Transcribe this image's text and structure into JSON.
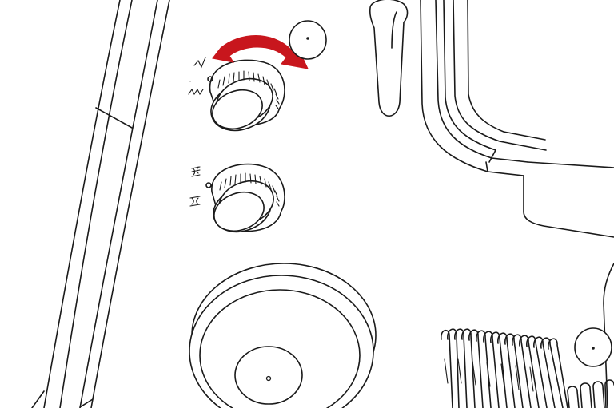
{
  "colors": {
    "line": "#1a1a1a",
    "background": "#ffffff",
    "arrow": "#c8161d"
  },
  "icons": {
    "stitch_width": "zigzag-width-icon",
    "stitch_length": "stitch-length-icon",
    "rotate": "rotate-arrow-icon"
  },
  "knobs": {
    "upper": {
      "name": "stitch-width-dial",
      "arrow_direction": "clockwise"
    },
    "lower": {
      "name": "stitch-length-dial"
    }
  }
}
